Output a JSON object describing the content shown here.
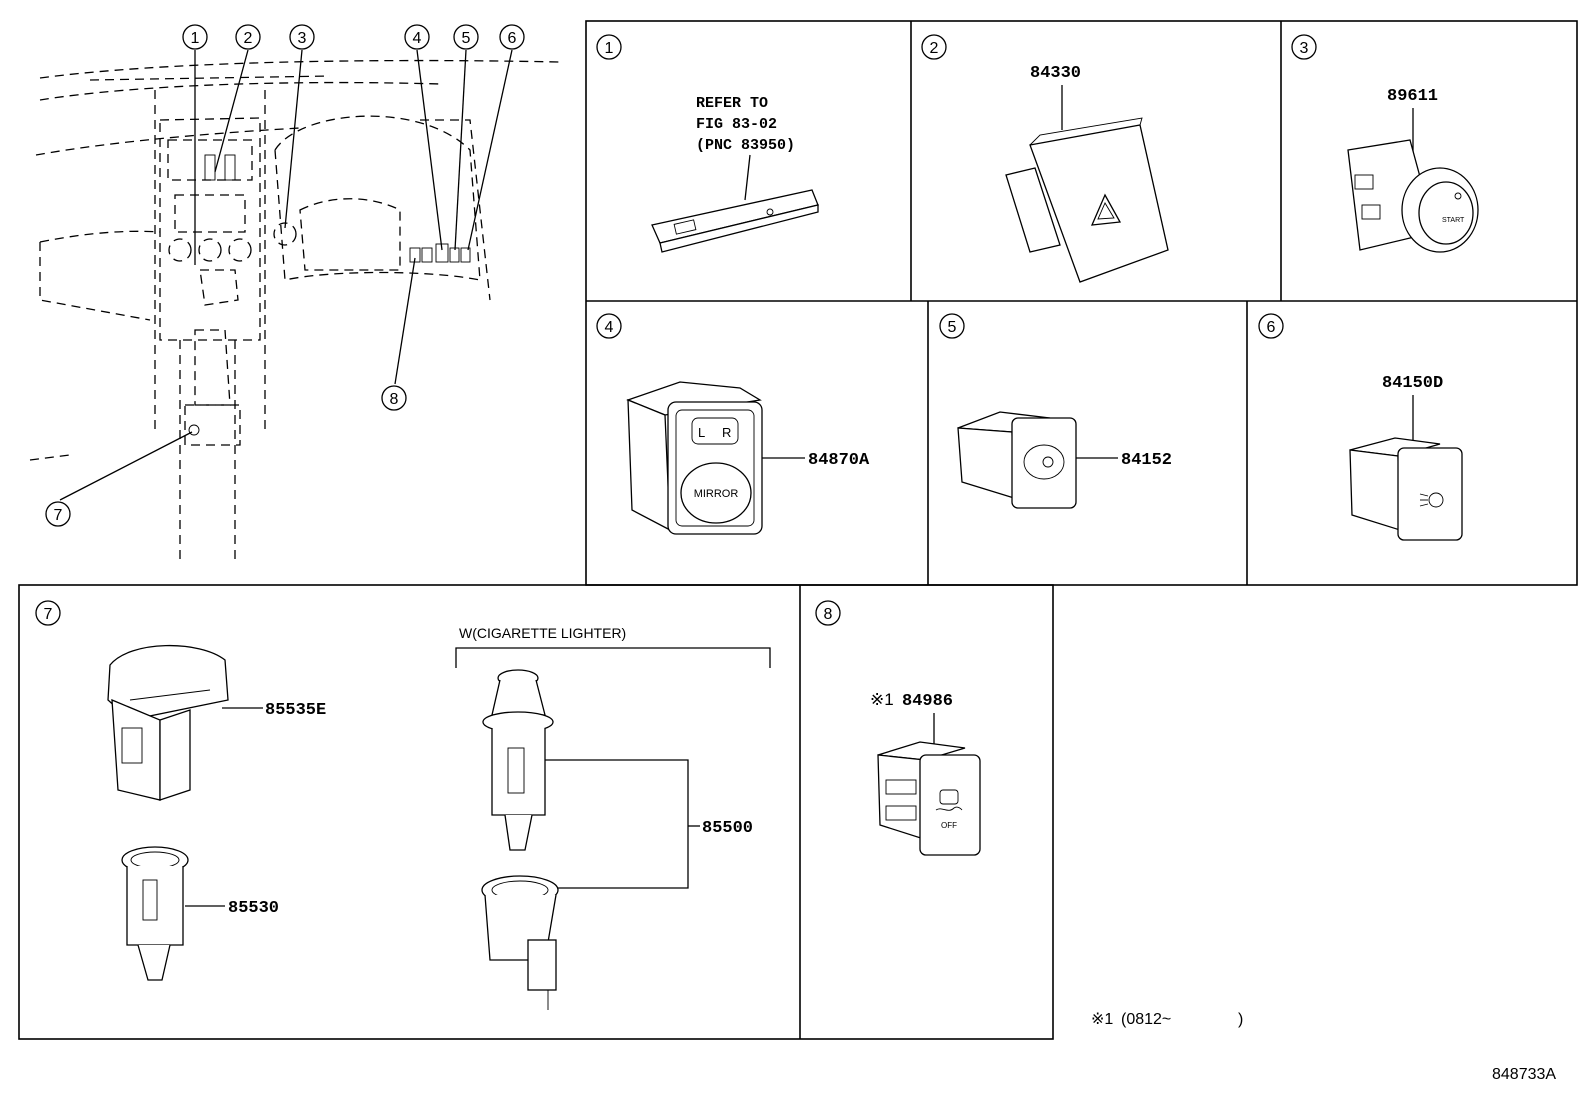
{
  "callouts": [
    "1",
    "2",
    "3",
    "4",
    "5",
    "6",
    "7",
    "8"
  ],
  "panels": {
    "p1": {
      "num": "1",
      "ref_lines": [
        "REFER TO",
        "FIG 83-02",
        "(PNC 83950)"
      ]
    },
    "p2": {
      "num": "2",
      "part": "84330"
    },
    "p3": {
      "num": "3",
      "part": "89611"
    },
    "p4": {
      "num": "4",
      "part": "84870A",
      "knob_text": "MIRROR",
      "lr_left": "L",
      "lr_right": "R"
    },
    "p5": {
      "num": "5",
      "part": "84152"
    },
    "p6": {
      "num": "6",
      "part": "84150D"
    },
    "p7": {
      "num": "7",
      "parts": [
        "85535E",
        "85530",
        "85500"
      ],
      "group_label": "W(CIGARETTE LIGHTER)"
    },
    "p8": {
      "num": "8",
      "note_mark": "※1",
      "part": "84986"
    }
  },
  "footnote": {
    "mark": "※1",
    "text": "(0812~",
    "close": ")"
  },
  "figure_code": "848733A",
  "icons": [
    "hazard-triangle-icon",
    "fog-lamp-icon",
    "vsc-off-icon",
    "mirror-knob-icon"
  ]
}
